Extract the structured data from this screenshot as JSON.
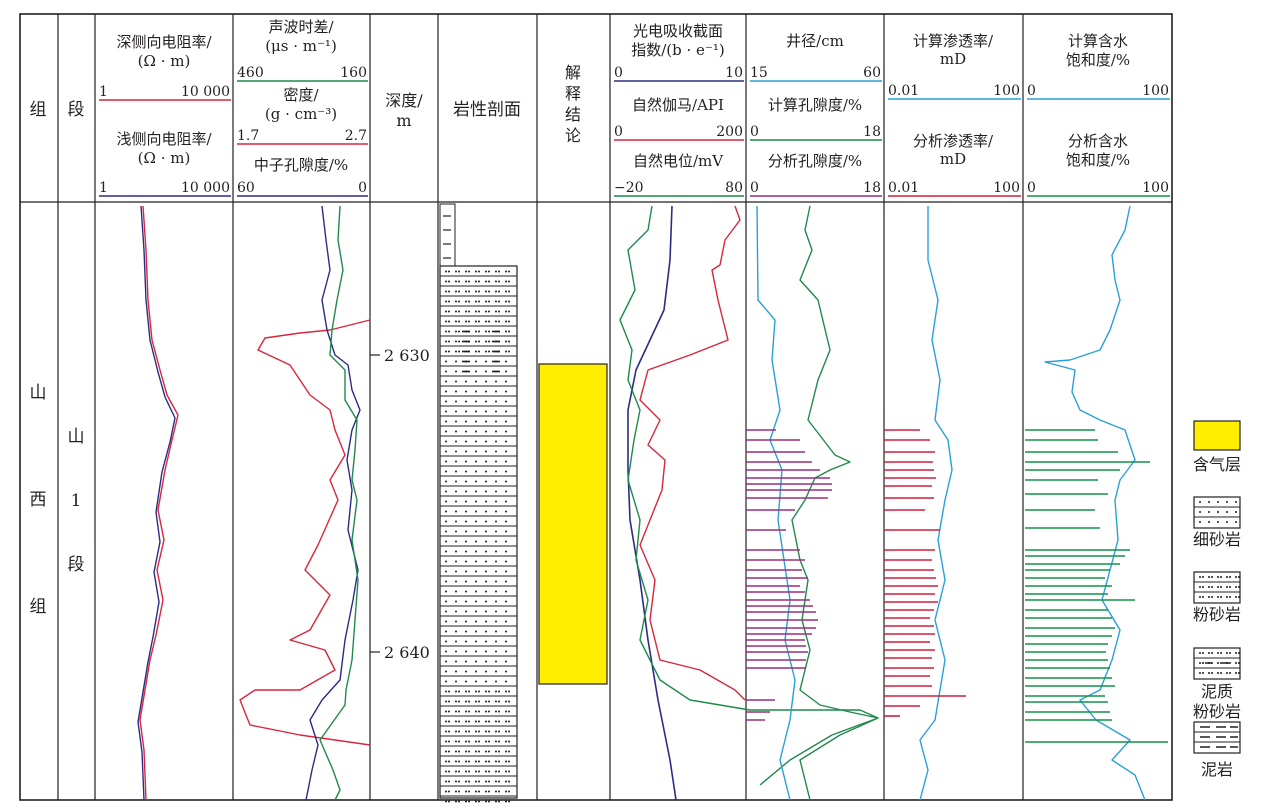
{
  "header": {
    "group": "组",
    "section": "段",
    "deep_res": {
      "title": [
        "深侧向电阻率/",
        "(Ω · m)"
      ],
      "min": "1",
      "max": "10 000"
    },
    "shallow_res": {
      "title": [
        "浅侧向电阻率/",
        "(Ω · m)"
      ],
      "min": "1",
      "max": "10 000"
    },
    "sonic": {
      "title": [
        "声波时差/",
        "(μs · m⁻¹)"
      ],
      "min": "460",
      "max": "160"
    },
    "density": {
      "title": [
        "密度/",
        "(g · cm⁻³)"
      ],
      "min": "1.7",
      "max": "2.7"
    },
    "neutron": {
      "title": [
        "中子孔隙度/%"
      ],
      "min": "60",
      "max": "0"
    },
    "depth": [
      "深度/",
      "m"
    ],
    "lith": "岩性剖面",
    "interp": [
      "解",
      "释",
      "结",
      "论"
    ],
    "pe": {
      "title": [
        "光电吸收截面",
        "指数/(b · e⁻¹)"
      ],
      "min": "0",
      "max": "10"
    },
    "gr": {
      "title": [
        "自然伽马/API"
      ],
      "min": "0",
      "max": "200"
    },
    "sp": {
      "title": [
        "自然电位/mV"
      ],
      "min": "−20",
      "max": "80"
    },
    "caliper": {
      "title": [
        "井径/cm"
      ],
      "min": "15",
      "max": "60"
    },
    "calc_por": {
      "title": [
        "计算孔隙度/%"
      ],
      "min": "0",
      "max": "18"
    },
    "anal_por": {
      "title": [
        "分析孔隙度/%"
      ],
      "min": "0",
      "max": "18"
    },
    "calc_perm": {
      "title": [
        "计算渗透率/",
        "mD"
      ],
      "min": "0.01",
      "max": "100"
    },
    "anal_perm": {
      "title": [
        "分析渗透率/",
        "mD"
      ],
      "min": "0.01",
      "max": "100"
    },
    "calc_sw": {
      "title": [
        "计算含水",
        "饱和度/%"
      ],
      "min": "0",
      "max": "100"
    },
    "anal_sw": {
      "title": [
        "分析含水",
        "饱和度/%"
      ],
      "min": "0",
      "max": "100"
    }
  },
  "body": {
    "group_name": [
      "山",
      "西",
      "组"
    ],
    "section_name": [
      "山",
      "1",
      "段"
    ],
    "depth_ticks": [
      "2 630",
      "2 640"
    ]
  },
  "legend": [
    {
      "label": "含气层"
    },
    {
      "label": "细砂岩"
    },
    {
      "label": "粉砂岩"
    },
    {
      "label": "泥质\n粉砂岩"
    },
    {
      "label": "泥岩"
    }
  ],
  "colors": {
    "deep_res": "#d7263d",
    "shallow_res": "#2b2c84",
    "sonic": "#d7263d",
    "density": "#2b2c84",
    "neutron": "#1f8a4c",
    "pe": "#2b2c84",
    "gr": "#d7263d",
    "sp": "#1f8a4c",
    "caliper": "#2aa0d8",
    "calc_por": "#1f8a4c",
    "anal_por": "#9c2f7c",
    "calc_perm": "#2aa0d8",
    "anal_perm": "#d01f3c",
    "calc_sw": "#2aa0d8",
    "anal_sw": "#14924a",
    "gas": "#ffee00"
  }
}
